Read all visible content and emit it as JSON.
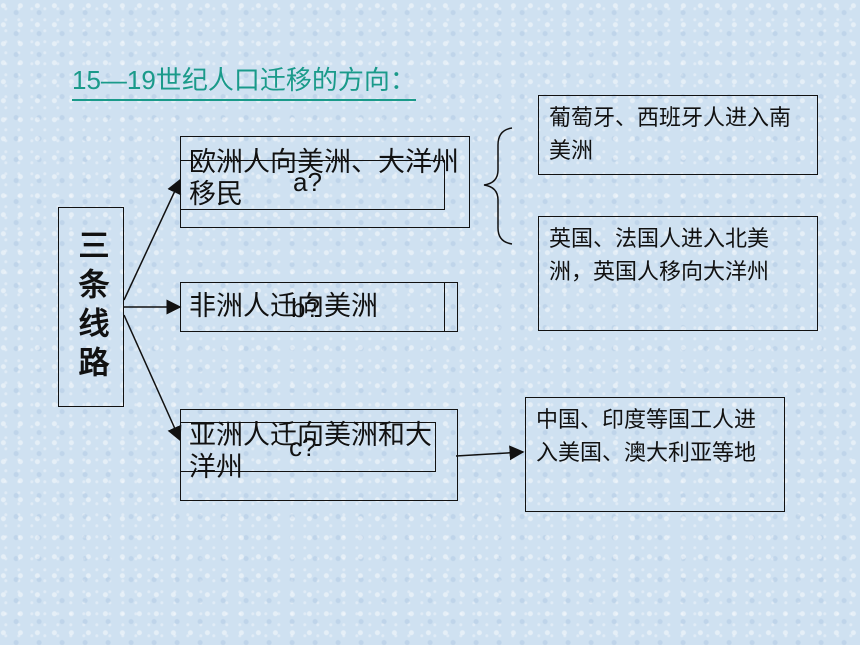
{
  "title": "15—19世纪人口迁移的方向：",
  "root_label": "三条线路",
  "routes": [
    {
      "text": "欧洲人向美洲、大洋州移民",
      "overlay": "a?"
    },
    {
      "text": "非洲人迁向美洲",
      "overlay": "b?"
    },
    {
      "text": "亚洲人迁向美洲和大洋州",
      "overlay": "c?"
    }
  ],
  "details": {
    "europe_south": "葡萄牙、西班牙人进入南美洲",
    "europe_north": "英国、法国人进入北美洲，英国人移向大洋州",
    "asia": "中国、印度等国工人进入美国、澳大利亚等地"
  }
}
